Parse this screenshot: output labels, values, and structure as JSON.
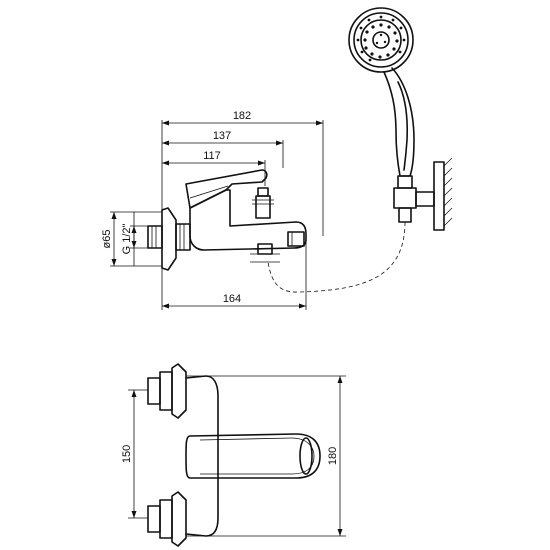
{
  "dimensions": {
    "top_view": {
      "width_182": "182",
      "width_137": "137",
      "width_117": "117",
      "spout_164": "164",
      "diameter": "ø65",
      "thread": "G 1/2\""
    },
    "front_view": {
      "height_150": "150",
      "height_180": "180"
    }
  }
}
